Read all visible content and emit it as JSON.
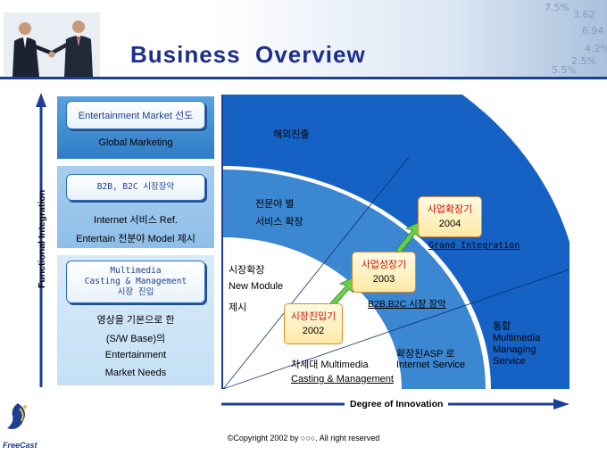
{
  "header": {
    "title": "Business  Overview",
    "ghost_numbers": [
      "7.5%",
      "3.62",
      "6.94",
      "4.2%",
      "2.5%",
      "5.5%"
    ]
  },
  "left_panel": {
    "axis_label": "Functional Integration",
    "sections": [
      {
        "box": "Entertainment Market 선도",
        "lines": [
          "Global Marketing"
        ]
      },
      {
        "box": "B2B, B2C 시장장악",
        "lines": [
          "Internet 서비스 Ref.",
          "Entertain 전분야  Model 제시"
        ]
      },
      {
        "box_lines": [
          "Multimedia",
          "Casting & Management",
          "시장 진입"
        ],
        "lines": [
          "영상을 기본으로 한",
          "(S/W Base)의",
          "Entertainment",
          "Market Needs"
        ]
      }
    ]
  },
  "diagram": {
    "x_axis_label": "Degree of Innovation",
    "outer_label": "해외진출",
    "mid_labels": [
      "전문야 별",
      "서비스 확장"
    ],
    "inner_labels": [
      "시장확장",
      "New Module",
      "제시"
    ],
    "bottom_labels": [
      "차세대 Multimedia",
      "Casting & Management"
    ],
    "asp_labels": [
      "확장된ASP 로",
      "Internet Service"
    ],
    "integration_labels": [
      "통합",
      "Multimedia",
      "Managing",
      "Service"
    ],
    "stages": [
      {
        "name": "시장진입기",
        "year": "2002"
      },
      {
        "name": "사업성장기",
        "year": "2003"
      },
      {
        "name": "사업확장기",
        "year": "2004"
      }
    ],
    "stage_captions": [
      "B2B,B2C 시장 장악",
      "Grand Integration"
    ]
  },
  "footer": {
    "copyright": "©Copyright 2002 by ○○○. All right reserved",
    "logo_text": "FreeCast"
  }
}
